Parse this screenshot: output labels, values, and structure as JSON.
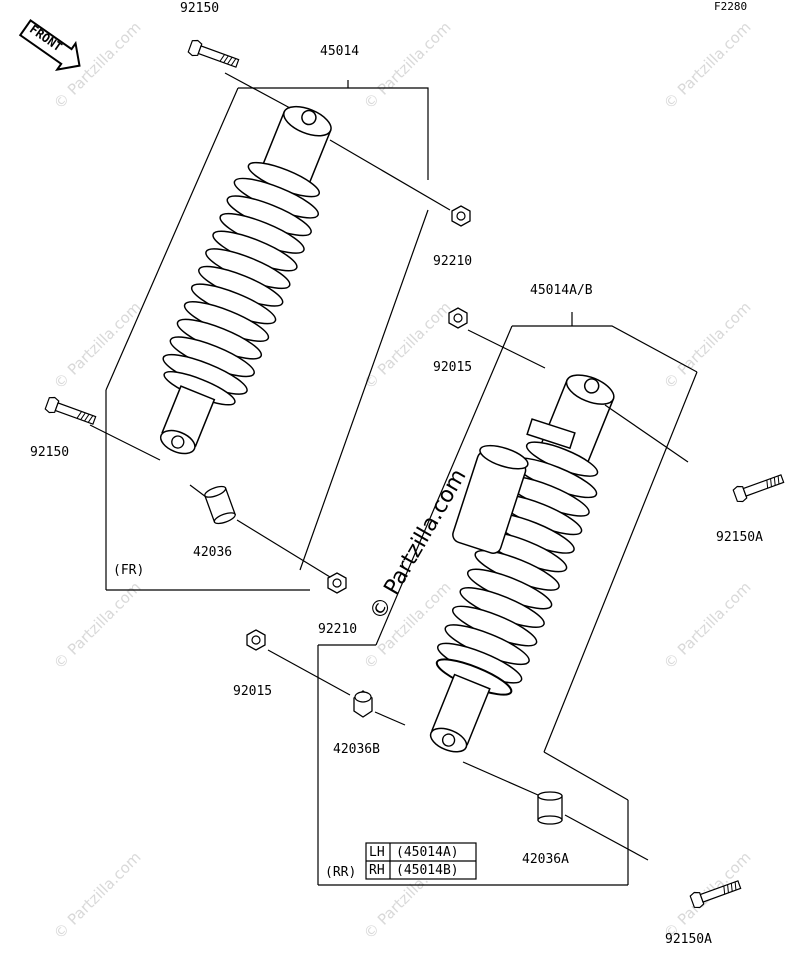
{
  "figure_code": "F2280",
  "front_arrow": "FRONT",
  "watermark_center": "© Partzilla.com",
  "watermark_small": "© Partzilla.com",
  "parts": {
    "p92150_top": "92150",
    "p45014": "45014",
    "p92210_a": "92210",
    "p45014ab": "45014A/B",
    "p92015_a": "92015",
    "p92150_left": "92150",
    "p92150a_right": "92150A",
    "p42036": "42036",
    "fr": "(FR)",
    "p92210_b": "92210",
    "p92015_b": "92015",
    "p42036b": "42036B",
    "p42036a": "42036A",
    "rr": "(RR)",
    "p92150a_bottom": "92150A"
  },
  "table": {
    "rows": [
      {
        "side": "LH",
        "part": "(45014A)"
      },
      {
        "side": "RH",
        "part": "(45014B)"
      }
    ]
  }
}
